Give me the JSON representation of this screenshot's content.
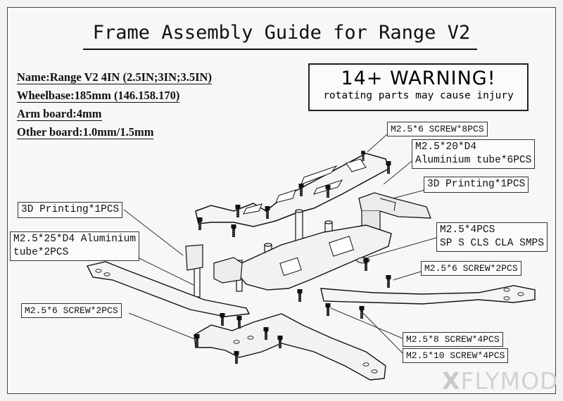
{
  "title": "Frame Assembly Guide for Range V2",
  "specs": [
    "Name:Range V2 4IN (2.5IN;3IN;3.5IN)",
    "Wheelbase:185mm (146.158.170)",
    "Arm board:4mm",
    "Other board:1.0mm/1.5mm"
  ],
  "warning": {
    "title": "14+ WARNING!",
    "subtitle": "rotating parts may cause injury"
  },
  "callouts": {
    "screw_top": "M2.5*6 SCREW*8PCS",
    "tube_d4_line1": "M2.5*20*D4",
    "tube_d4_line2": "Aluminium tube*6PCS",
    "print_right": "3D Printing*1PCS",
    "print_left": "3D Printing*1PCS",
    "tube_25_line1": "M2.5*25*D4 Aluminium",
    "tube_25_line2": "tube*2PCS",
    "standoff_line1": "M2.5*4PCS",
    "standoff_line2": "SP S CLS CLA SMPS",
    "screw_right": "M2.5*6 SCREW*2PCS",
    "screw_left": "M2.5*6 SCREW*2PCS",
    "screw_8": "M2.5*8 SCREW*4PCS",
    "screw_10": "M2.5*10 SCREW*4PCS"
  },
  "watermark": {
    "mark": "X",
    "text": "FLYMOD"
  }
}
